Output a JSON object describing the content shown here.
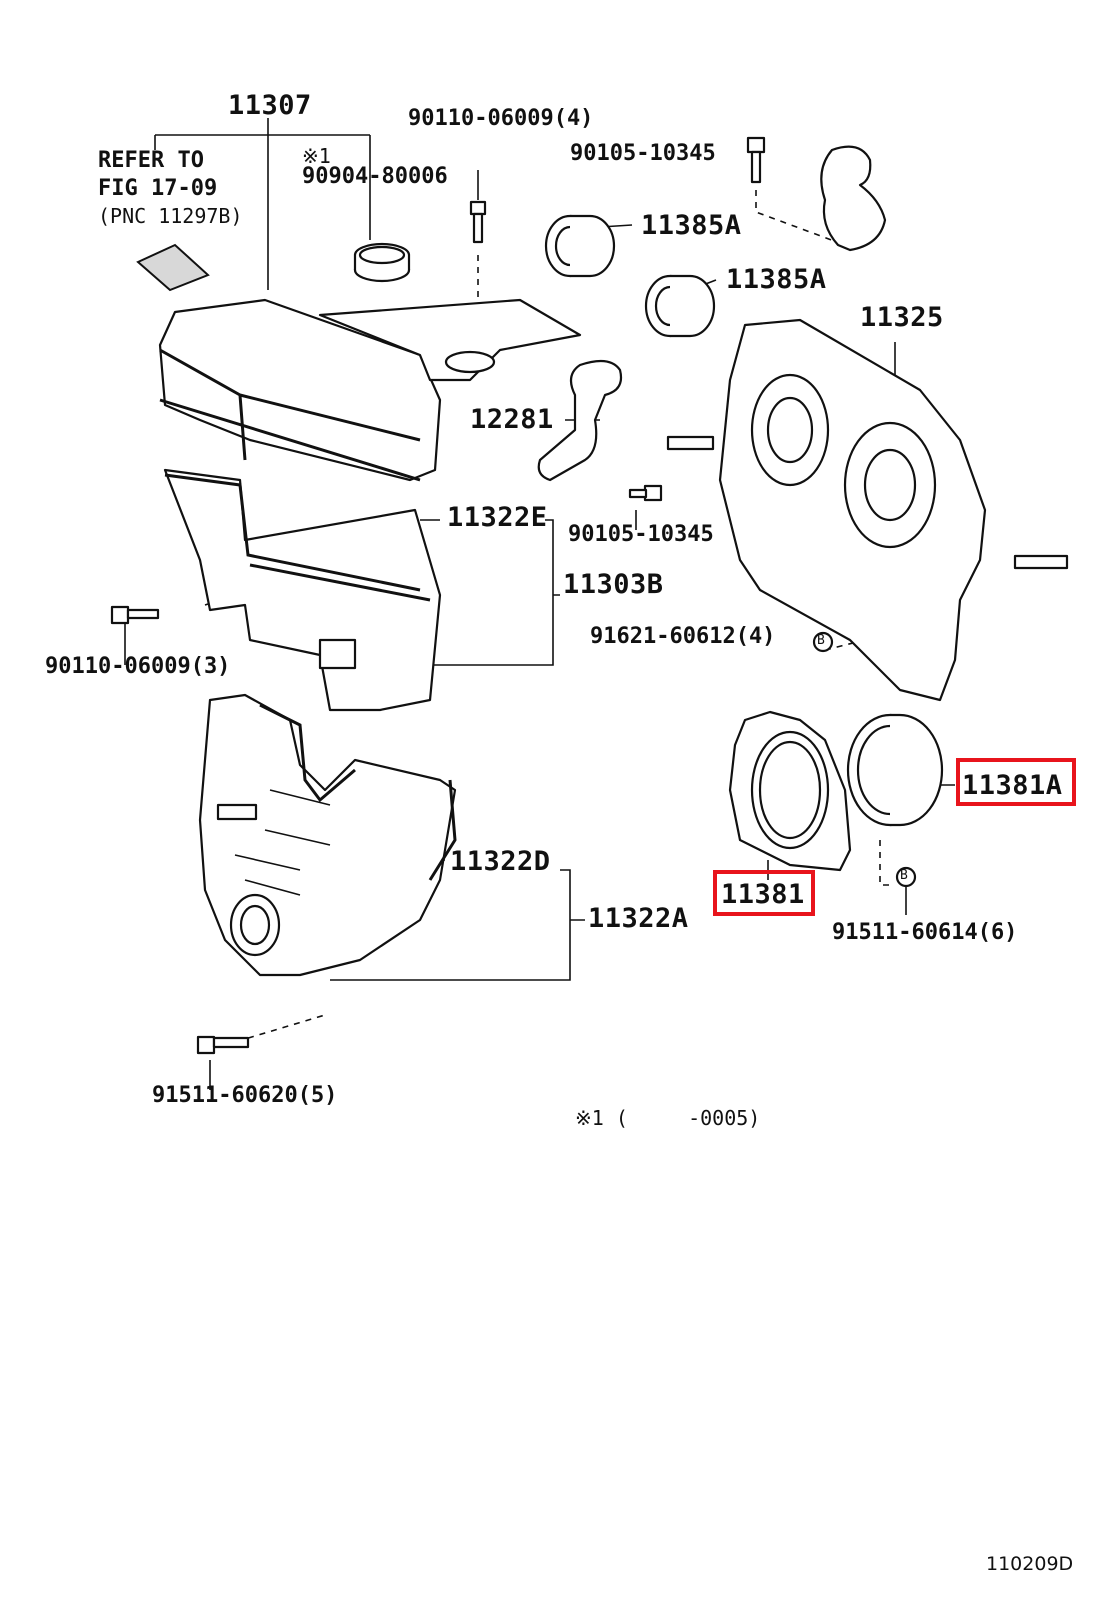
{
  "diagram": {
    "ref_note": [
      "REFER TO",
      "FIG 17-09",
      "(PNC 11297B)"
    ],
    "labels": {
      "p11307": "11307",
      "p90110_4": "90110-06009(4)",
      "star1": "※1",
      "p90904": "90904-80006",
      "p90105_top": "90105-10345",
      "p11385A_1": "11385A",
      "p11385A_2": "11385A",
      "p11325": "11325",
      "p12281": "12281",
      "p11322E": "11322E",
      "p90105_mid": "90105-10345",
      "p11303B": "11303B",
      "p90110_3": "90110-06009(3)",
      "p91621": "91621-60612(4)",
      "p11381A": "11381A",
      "p11322D": "11322D",
      "p11381": "11381",
      "p11322A": "11322A",
      "p91511_6": "91511-60614(6)",
      "p91511_5": "91511-60620(5)",
      "footnote": "※1 (     -0005)",
      "fig_id": "110209D"
    },
    "bolt_mark": "B",
    "highlight_color": "#e8141c"
  }
}
